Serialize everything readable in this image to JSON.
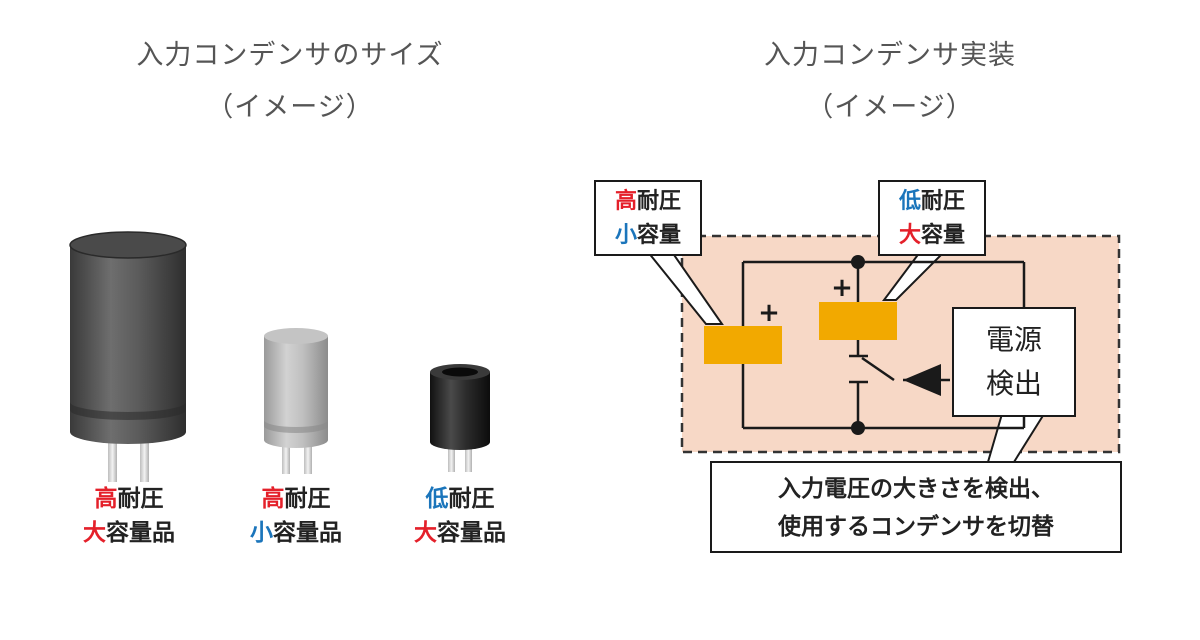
{
  "left_panel": {
    "title_line1": "入力コンデンサのサイズ",
    "title_line2": "（イメージ）",
    "capacitors": [
      {
        "line1_accent": "高",
        "line1_rest": "耐圧",
        "line2_accent": "大",
        "line2_rest": "容量品",
        "accent1_color": "#e4202a",
        "accent2_color": "#e4202a"
      },
      {
        "line1_accent": "高",
        "line1_rest": "耐圧",
        "line2_accent": "小",
        "line2_rest": "容量品",
        "accent1_color": "#e4202a",
        "accent2_color": "#1b75bb"
      },
      {
        "line1_accent": "低",
        "line1_rest": "耐圧",
        "line2_accent": "大",
        "line2_rest": "容量品",
        "accent1_color": "#1b75bb",
        "accent2_color": "#e4202a"
      }
    ]
  },
  "right_panel": {
    "title_line1": "入力コンデンサ実装",
    "title_line2": "（イメージ）",
    "callout_high": {
      "line1_accent": "高",
      "line1_rest": "耐圧",
      "line2_accent": "小",
      "line2_rest": "容量"
    },
    "callout_low": {
      "line1_accent": "低",
      "line1_rest": "耐圧",
      "line2_accent": "大",
      "line2_rest": "容量"
    },
    "detector": {
      "line1": "電源",
      "line2": "検出"
    },
    "caption": {
      "line1": "入力電圧の大きさを検出、",
      "line2": "使用するコンデンサを切替"
    },
    "plus_symbol": "+"
  },
  "colors": {
    "accent_red": "#e4202a",
    "accent_blue": "#1b75bb",
    "capacitor_plate": "#f2a900",
    "circuit_background": "#f7d8c6"
  }
}
